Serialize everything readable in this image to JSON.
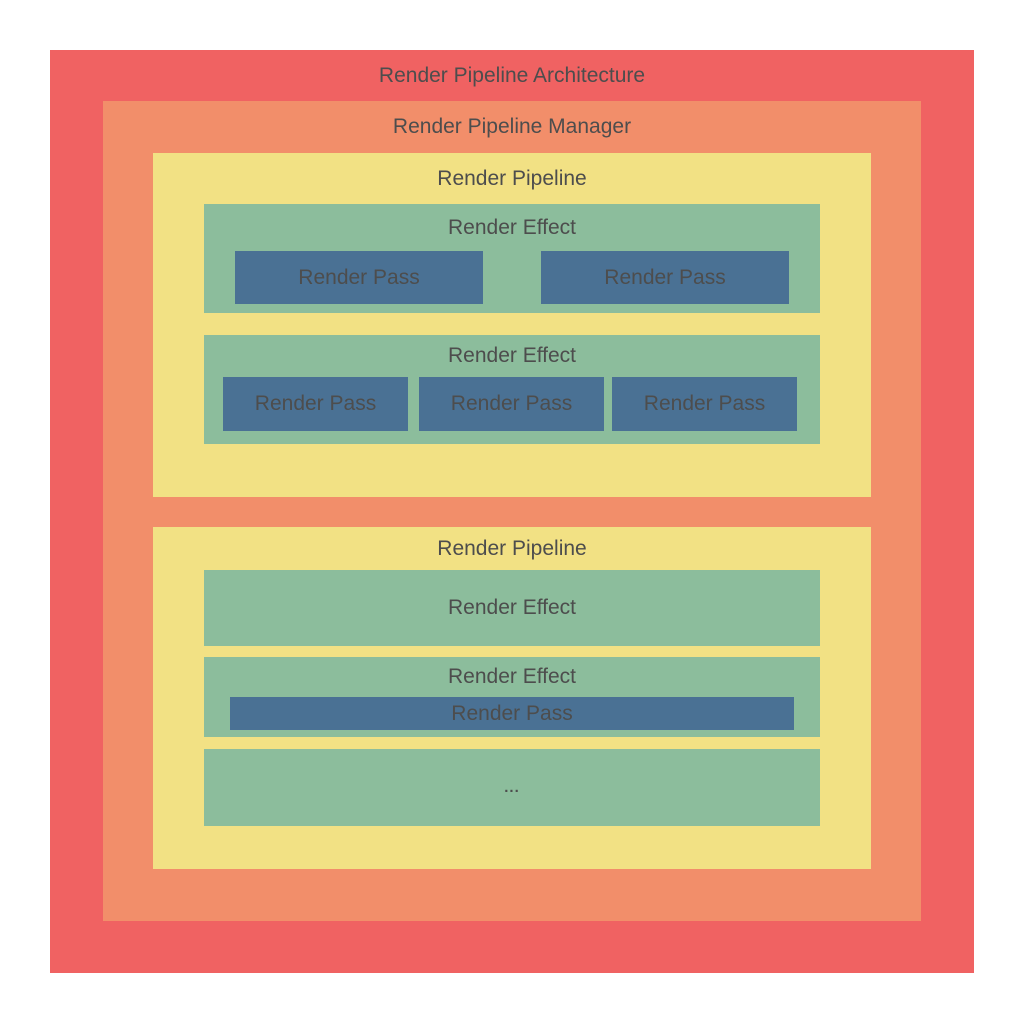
{
  "colors": {
    "architecture": "#F06262",
    "manager": "#F28E6A",
    "pipeline": "#F2E184",
    "effect": "#8CBD9C",
    "pass": "#4A7194",
    "text": "#4D4D4D",
    "page_bg": "#FFFFFF"
  },
  "diagram": {
    "title": "Render Pipeline Architecture",
    "manager": {
      "title": "Render Pipeline Manager",
      "pipelines": [
        {
          "title": "Render Pipeline",
          "effects": [
            {
              "label": "Render Effect",
              "passes": [
                "Render Pass",
                "Render Pass"
              ]
            },
            {
              "label": "Render Effect",
              "passes": [
                "Render Pass",
                "Render Pass",
                "Render Pass"
              ]
            }
          ]
        },
        {
          "title": "Render Pipeline",
          "effects": [
            {
              "label": "Render Effect",
              "passes": []
            },
            {
              "label": "Render Effect",
              "passes": [
                "Render Pass"
              ]
            },
            {
              "label": "...",
              "passes": []
            }
          ]
        }
      ]
    }
  }
}
